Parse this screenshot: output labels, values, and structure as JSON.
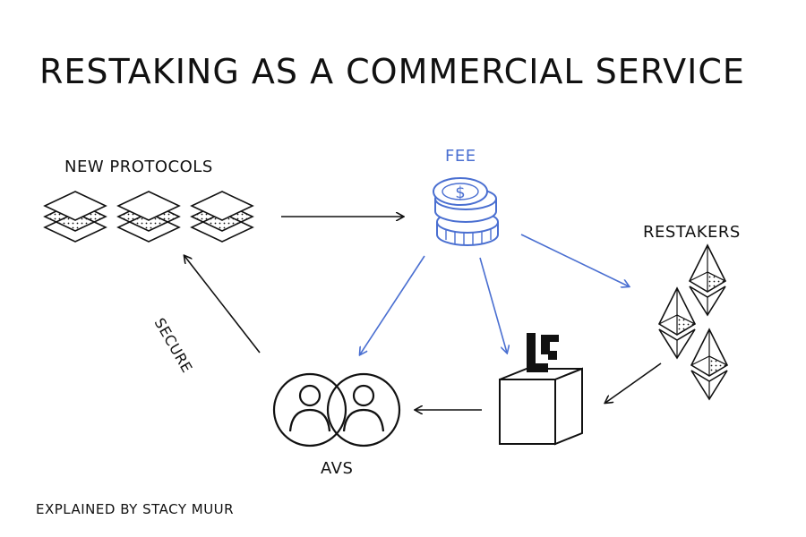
{
  "title": "RESTAKING AS A COMMERCIAL SERVICE",
  "nodes": {
    "new_protocols": "NEW PROTOCOLS",
    "fee": "FEE",
    "restakers": "RESTAKERS",
    "avs": "AVS"
  },
  "edges": {
    "secure": "SECURE"
  },
  "credit": "EXPLAINED BY STACY MUUR",
  "colors": {
    "ink": "#111111",
    "accent": "#4a6fd1"
  },
  "icons": {
    "protocols": "layer-stack-icon",
    "fee": "coin-stack-icon",
    "restakers": "ethereum-icon",
    "eigenlayer": "eigenlayer-box-icon",
    "avs": "users-icon"
  }
}
